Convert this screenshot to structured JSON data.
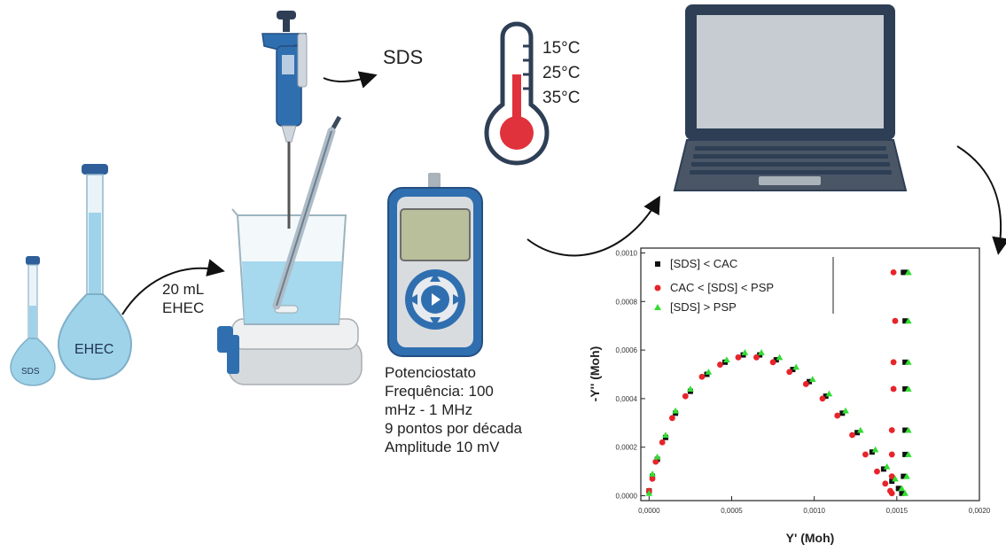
{
  "labels": {
    "sds_arrow": "SDS",
    "temperatures": [
      "15°C",
      "25°C",
      "35°C"
    ],
    "ehec_volume": [
      "20 mL",
      "EHEC"
    ],
    "small_flask": "SDS",
    "large_flask": "EHEC",
    "potentiostat": [
      "Potenciostato",
      "Frequência: 100",
      "mHz - 1 MHz",
      "9 pontos por década",
      "Amplitude 10 mV"
    ]
  },
  "icons": [
    "volumetric-flask-icon",
    "beaker-icon",
    "stirrer-icon",
    "pipette-icon",
    "electrode-icon",
    "thermometer-icon",
    "potentiostat-icon",
    "laptop-icon",
    "arrow-icon"
  ],
  "colors": {
    "red": "#e8242b",
    "green": "#33dd33",
    "black": "#111111",
    "flask_blue": "#9fd3ea",
    "device_blue": "#2f6fb0"
  },
  "chart_data": {
    "type": "scatter",
    "xlabel": "Y' (Moh)",
    "ylabel": "-Y'' (Moh)",
    "xlim": [
      -5e-05,
      0.002
    ],
    "ylim": [
      -2e-05,
      0.00102
    ],
    "xticks": [
      "0,0000",
      "0,0005",
      "0,0010",
      "0,0015",
      "0,0020"
    ],
    "yticks": [
      "0,0000",
      "0,0002",
      "0,0004",
      "0,0006",
      "0,0008",
      "0,0010"
    ],
    "xtick_values": [
      0,
      0.0005,
      0.001,
      0.0015,
      0.002
    ],
    "ytick_values": [
      0,
      0.0002,
      0.0004,
      0.0006,
      0.0008,
      0.001
    ],
    "legend_position": "top-left",
    "series": [
      {
        "name": "[SDS] < CAC",
        "marker": "square",
        "color": "#111111",
        "x": [
          0.0,
          2e-05,
          5e-05,
          0.0001,
          0.00016,
          0.00025,
          0.00035,
          0.00046,
          0.00057,
          0.00067,
          0.00077,
          0.00087,
          0.00097,
          0.00107,
          0.00117,
          0.00126,
          0.00135,
          0.00142,
          0.00147,
          0.00151,
          0.00153,
          0.00154,
          0.00155,
          0.00155,
          0.00155,
          0.00155,
          0.00155,
          0.00155,
          0.00154
        ],
        "y": [
          2e-05,
          8e-05,
          0.00015,
          0.00024,
          0.00034,
          0.00043,
          0.0005,
          0.00055,
          0.00058,
          0.00058,
          0.00056,
          0.00052,
          0.00047,
          0.00041,
          0.00034,
          0.00026,
          0.00018,
          0.00011,
          6e-05,
          3e-05,
          1e-05,
          8e-05,
          0.00017,
          0.00027,
          0.00044,
          0.00055,
          0.00072,
          0.00092,
          0.00092
        ]
      },
      {
        "name": "CAC < [SDS] < PSP",
        "marker": "circle",
        "color": "#e8242b",
        "x": [
          0.0,
          2e-05,
          4e-05,
          8e-05,
          0.00014,
          0.00022,
          0.00032,
          0.00043,
          0.00054,
          0.00065,
          0.00075,
          0.00085,
          0.00095,
          0.00105,
          0.00114,
          0.00123,
          0.00131,
          0.00138,
          0.00143,
          0.00146,
          0.00147,
          0.00147,
          0.00147,
          0.00147,
          0.00148,
          0.00148,
          0.00149,
          0.00148
        ],
        "y": [
          2e-05,
          7e-05,
          0.00014,
          0.00022,
          0.00032,
          0.00041,
          0.00049,
          0.00054,
          0.00057,
          0.00057,
          0.00055,
          0.00051,
          0.00046,
          0.0004,
          0.00033,
          0.00025,
          0.00017,
          0.0001,
          5e-05,
          2e-05,
          1e-05,
          8e-05,
          0.00017,
          0.00027,
          0.00044,
          0.00055,
          0.00072,
          0.00092
        ]
      },
      {
        "name": "[SDS] > PSP",
        "marker": "triangle",
        "color": "#33dd33",
        "x": [
          0.0,
          2e-05,
          5e-05,
          0.0001,
          0.00016,
          0.00025,
          0.00036,
          0.00047,
          0.00058,
          0.00068,
          0.00079,
          0.00089,
          0.00099,
          0.00109,
          0.00119,
          0.00128,
          0.00137,
          0.00144,
          0.00149,
          0.00153,
          0.00155,
          0.00156,
          0.00157,
          0.00157,
          0.00157,
          0.00157,
          0.00157,
          0.00157,
          0.00157
        ],
        "y": [
          1e-05,
          9e-05,
          0.00016,
          0.00025,
          0.00035,
          0.00044,
          0.00051,
          0.00056,
          0.00059,
          0.00059,
          0.00057,
          0.00053,
          0.00048,
          0.00042,
          0.00035,
          0.00027,
          0.00019,
          0.00012,
          7e-05,
          3e-05,
          1e-05,
          8e-05,
          0.00017,
          0.00027,
          0.00044,
          0.00055,
          0.00072,
          0.00092,
          0.00092
        ]
      }
    ]
  }
}
